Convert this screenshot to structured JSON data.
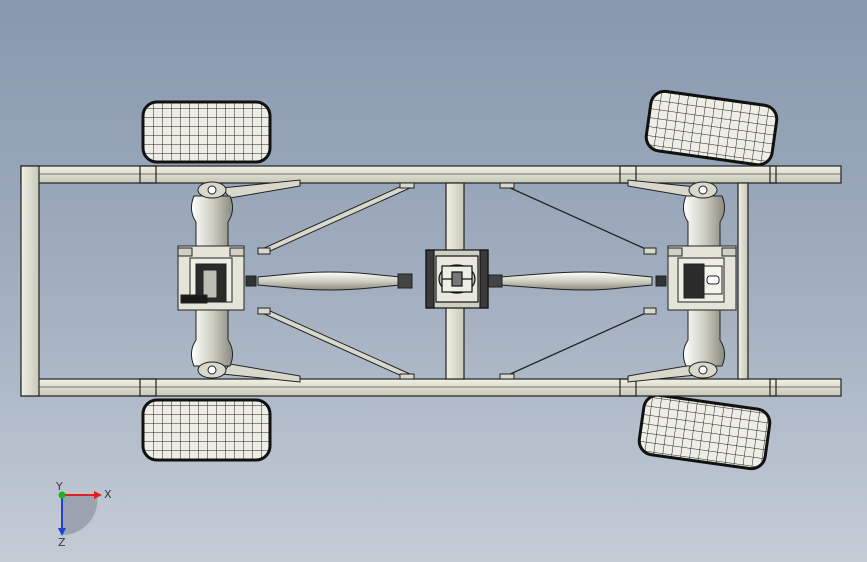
{
  "viewport": {
    "background_top": "#8898ad",
    "background_bottom": "#c4ccd6"
  },
  "model": {
    "frame_color": "#dcdccd",
    "tire_color": "#e8e8de",
    "part_dark": "#3a3a3a",
    "outline": "#1a1a1a"
  },
  "triad": {
    "x_label": "X",
    "y_label": "Y",
    "z_label": "Z",
    "x_color": "#e02020",
    "y_color": "#20b020",
    "z_color": "#2040d0"
  }
}
